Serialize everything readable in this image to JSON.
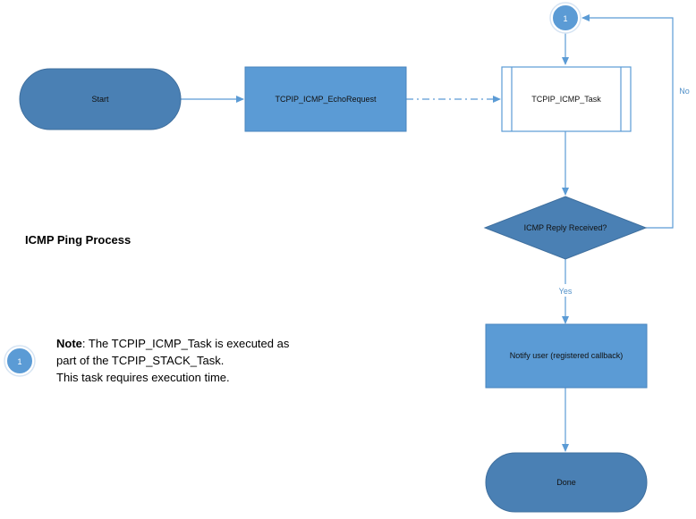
{
  "nodes": {
    "start": {
      "label": "Start"
    },
    "echo_request": {
      "label": "TCPIP_ICMP_EchoRequest"
    },
    "icmp_task": {
      "label": "TCPIP_ICMP_Task"
    },
    "decision": {
      "label": "ICMP Reply Received?"
    },
    "notify": {
      "label": "Notify user (registered callback)"
    },
    "done": {
      "label": "Done"
    },
    "connector_top": {
      "label": "1"
    },
    "connector_note": {
      "label": "1"
    }
  },
  "edges": {
    "no_label": "No",
    "yes_label": "Yes"
  },
  "title": "ICMP Ping Process",
  "note": {
    "bold": "Note",
    "line1": ": The TCPIP_ICMP_Task is executed as",
    "line2": "part of the TCPIP_STACK_Task.",
    "line3": "This task requires execution time."
  },
  "colors": {
    "node_dark": "#4a80b4",
    "node_medium": "#5b9bd5",
    "stroke": "#5b9bd5",
    "connector": "#5b9bd5"
  }
}
